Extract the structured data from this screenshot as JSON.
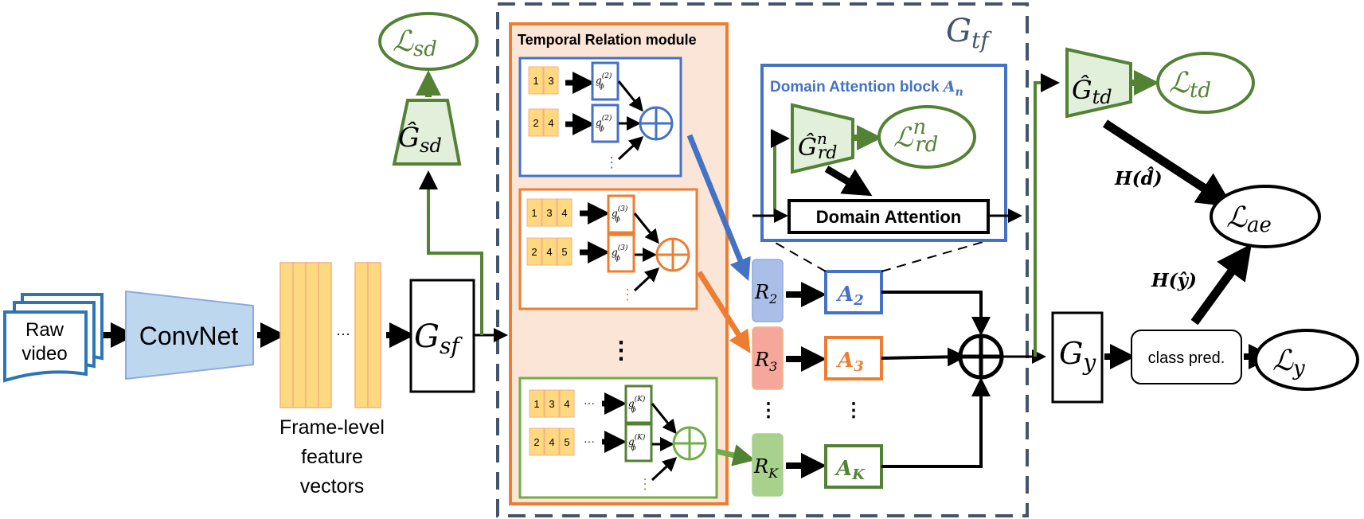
{
  "colors": {
    "blue": "#4472c4",
    "orange": "#ed7d31",
    "green": "#548235",
    "green_light": "#e2efda",
    "frame_fill": "#ffd980",
    "relation_bg": "#fbe5d6",
    "dash_gray": "#44546a",
    "convnet_fill": "#bdd7ee"
  },
  "labels": {
    "raw_video": [
      "Raw",
      "video"
    ],
    "convnet": "ConvNet",
    "frame_ellipsis": "···",
    "frame_caption": [
      "Frame-level",
      "feature",
      "vectors"
    ],
    "g_sf": "G",
    "g_sf_sub": "sf",
    "g_sd": "Ĝ",
    "g_sd_sub": "sd",
    "l_sd": "ℒ",
    "l_sd_sub": "sd",
    "g_tf": "G",
    "g_tf_sub": "tf",
    "temporal_relation_title": "Temporal Relation module",
    "domain_attention_title": "Domain Attention block",
    "domain_attention_title_var": "A",
    "domain_attention_title_sub": "n",
    "domain_attention_box": "Domain Attention",
    "g_rd": "Ĝ",
    "g_rd_sub": "rd",
    "g_rd_sup": "n",
    "l_rd": "ℒ",
    "l_rd_sub": "rd",
    "l_rd_sup": "n",
    "g_td": "Ĝ",
    "g_td_sub": "td",
    "l_td": "ℒ",
    "l_td_sub": "td",
    "h_d": "H(d̂)",
    "h_y": "H(ŷ)",
    "l_ae": "ℒ",
    "l_ae_sub": "ae",
    "g_y": "G",
    "g_y_sub": "y",
    "class_pred": "class pred.",
    "l_y": "ℒ",
    "l_y_sub": "y",
    "r2": "R",
    "r2_sub": "2",
    "r3": "R",
    "r3_sub": "3",
    "rk": "R",
    "rk_sub": "K",
    "a2": "A",
    "a2_sub": "2",
    "a3": "A",
    "a3_sub": "3",
    "ak": "A",
    "ak_sub": "K",
    "g_phi": "g",
    "g_phi_sub": "ϕ",
    "g_phi_sup_2": "(2)",
    "g_phi_sup_3": "(3)",
    "g_phi_sup_k": "(K)"
  },
  "relation_groups": [
    {
      "rows": [
        [
          "1",
          "3"
        ],
        [
          "2",
          "4"
        ]
      ]
    },
    {
      "rows": [
        [
          "1",
          "3",
          "4"
        ],
        [
          "2",
          "4",
          "5"
        ]
      ]
    },
    {
      "rows": [
        [
          "1",
          "3",
          "4"
        ],
        [
          "2",
          "4",
          "5"
        ]
      ],
      "row_ellipsis": "···"
    }
  ]
}
